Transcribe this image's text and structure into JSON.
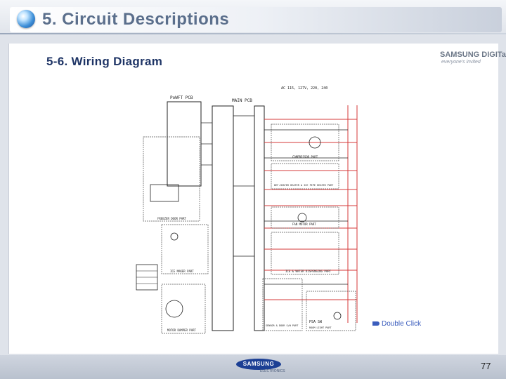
{
  "header": {
    "title": "5. Circuit Descriptions"
  },
  "content": {
    "section_title": "5-6. Wiring Diagram",
    "double_click_label": "Double Click"
  },
  "logo": {
    "name": "SAMSUNG DIGITall",
    "tagline": "everyone's invited"
  },
  "diagram": {
    "title_left": "PoWFT PCB",
    "title_main": "MAIN PCB",
    "supply": "AC 115, 127V, 220, 240",
    "parts": {
      "compressor": "COMPRESSOR PART",
      "def_heater": "DEF-HEATER HEATER & ICE PIPE HEATER PART",
      "fan_motor": "FAN MOTOR PART",
      "freezer_door": "FREEZER DOOR PART",
      "ice_maker": "ICE MAKER PART",
      "ice_water": "ICE & WATER DISPENSING PART",
      "motor_damper": "MOTOR DAMPER PART",
      "sensor_door": "SENSOR & DOOR S/W PART",
      "room_light": "ROOM LIGHT PART",
      "psa": "PSA SW"
    }
  },
  "footer": {
    "brand": "SAMSUNG",
    "sub": "ELECTRONICS",
    "page_number": "77"
  },
  "colors": {
    "title": "#1f3566",
    "header_text": "#5b6f8c",
    "wire_red": "#d63a3a",
    "link": "#3b5dbd"
  }
}
